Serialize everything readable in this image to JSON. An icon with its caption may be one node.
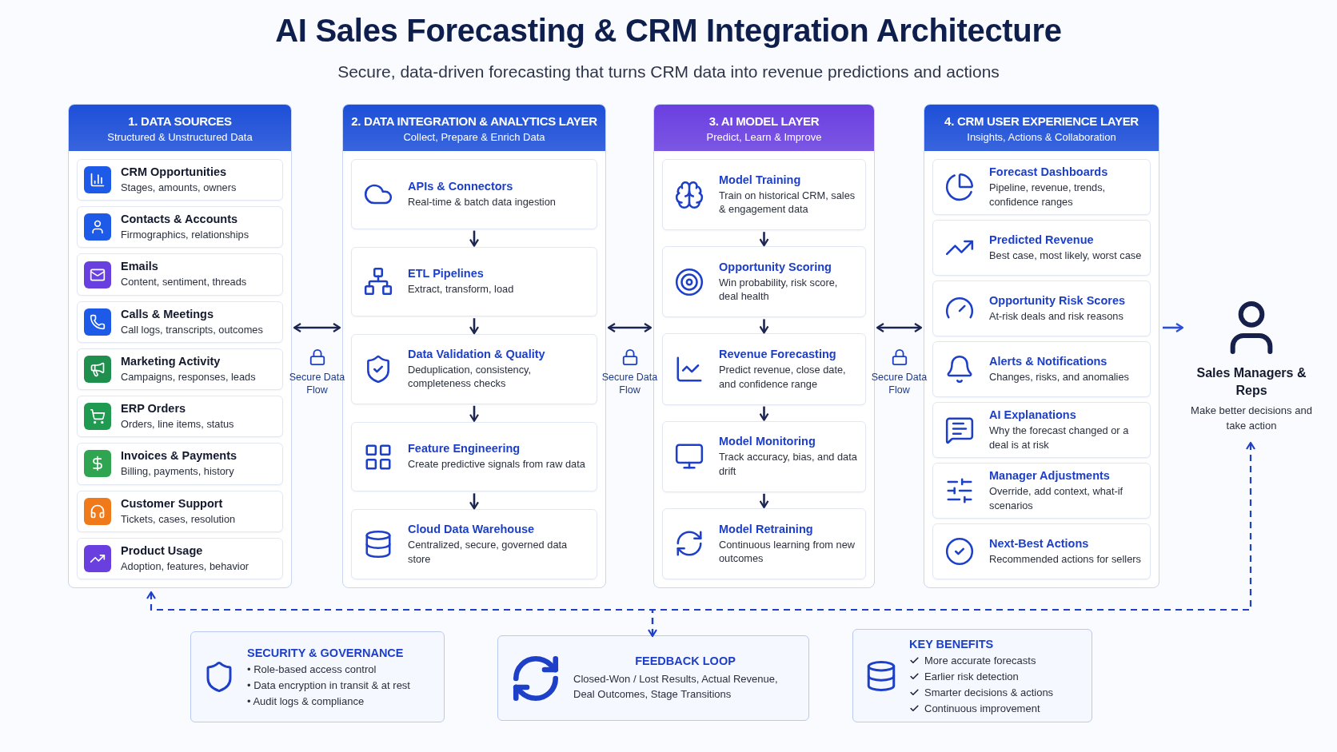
{
  "diagram": {
    "title": "AI Sales Forecasting & CRM Integration Architecture",
    "caption": "Secure, data-driven forecasting that turns CRM data into revenue predictions and actions",
    "nodes": [
      {
        "text": [
          "1. DATA SOURCES",
          "Structured & Unstructured Data"
        ]
      },
      {
        "text": [
          "CRM Opportunities",
          "Stages, amounts, owners"
        ],
        "in": 0
      },
      {
        "text": [
          "Contacts & Accounts",
          "Firmographics, relationships"
        ],
        "in": 0
      },
      {
        "text": [
          "Emails",
          "Content, sentiment, threads"
        ],
        "in": 0
      },
      {
        "text": [
          "Calls & Meetings",
          "Call logs, transcripts, outcomes"
        ],
        "in": 0
      },
      {
        "text": [
          "Marketing Activity",
          "Campaigns, responses, leads"
        ],
        "in": 0
      },
      {
        "text": [
          "ERP Orders",
          "Orders, line items, status"
        ],
        "in": 0
      },
      {
        "text": [
          "Invoices & Payments",
          "Billing, payments, history"
        ],
        "in": 0
      },
      {
        "text": [
          "Customer Support",
          "Tickets, cases, resolution"
        ],
        "in": 0
      },
      {
        "text": [
          "Product Usage",
          "Adoption, features, behavior"
        ],
        "in": 0
      },
      {
        "text": [
          "2. DATA INTEGRATION & ANALYTICS LAYER",
          "Collect, Prepare & Enrich Data"
        ]
      },
      {
        "text": [
          "APIs & Connectors",
          "Real-time & batch data ingestion"
        ],
        "in": 10
      },
      {
        "text": [
          "ETL Pipelines",
          "Extract, transform, load"
        ],
        "in": 10
      },
      {
        "text": [
          "Data Validation & Quality",
          "Deduplication, consistency, completeness checks"
        ],
        "in": 10
      },
      {
        "text": [
          "Feature Engineering",
          "Create predictive signals from raw data"
        ],
        "in": 10
      },
      {
        "text": [
          "Cloud Data Warehouse",
          "Centralized, secure, governed data store"
        ],
        "in": 10
      },
      {
        "text": [
          "3. AI MODEL LAYER",
          "Predict, Learn & Improve"
        ]
      },
      {
        "text": [
          "Model Training",
          "Train on historical CRM, sales & engagement data"
        ],
        "in": 16
      },
      {
        "text": [
          "Opportunity Scoring",
          "Win probability, risk score, deal health"
        ],
        "in": 16
      },
      {
        "text": [
          "Revenue Forecasting",
          "Predict revenue, close date, and confidence range"
        ],
        "in": 16
      },
      {
        "text": [
          "Model Monitoring",
          "Track accuracy, bias, and data drift"
        ],
        "in": 16
      },
      {
        "text": [
          "Model Retraining",
          "Continuous learning from new outcomes"
        ],
        "in": 16
      },
      {
        "text": [
          "4. CRM USER EXPERIENCE LAYER",
          "Insights, Actions & Collaboration"
        ]
      },
      {
        "text": [
          "Forecast Dashboards",
          "Pipeline, revenue, trends, confidence ranges"
        ],
        "in": 22
      },
      {
        "text": [
          "Predicted Revenue",
          "Best case, most likely, worst case"
        ],
        "in": 22
      },
      {
        "text": [
          "Opportunity Risk Scores",
          "At-risk deals and risk reasons"
        ],
        "in": 22
      },
      {
        "text": [
          "Alerts & Notifications",
          "Changes, risks, and anomalies"
        ],
        "in": 22
      },
      {
        "text": [
          "AI Explanations",
          "Why the forecast changed or a deal is at risk"
        ],
        "in": 22
      },
      {
        "text": [
          "Manager Adjustments",
          "Override, add context, what-if scenarios"
        ],
        "in": 22
      },
      {
        "text": [
          "Next-Best Actions",
          "Recommended actions for sellers"
        ],
        "in": 22
      },
      {
        "text": [
          "Sales Managers & Reps",
          "Make better decisions and take action"
        ]
      },
      {
        "text": [
          "SECURITY & GOVERNANCE",
          "• Role-based access control",
          "• Data encryption in transit & at rest",
          "• Audit logs & compliance"
        ]
      },
      {
        "text": [
          "FEEDBACK LOOP",
          "Closed-Won / Lost Results, Actual Revenue, Deal Outcomes, Stage Transitions"
        ]
      },
      {
        "text": [
          "KEY BENEFITS",
          "More accurate forecasts",
          "Earlier risk detection",
          "Smarter decisions & actions",
          "Continuous improvement"
        ]
      }
    ],
    "edges": [
      {
        "from": 0,
        "to": 10,
        "arrow": "both",
        "label": "Secure Data Flow"
      },
      {
        "from": 10,
        "to": 16,
        "arrow": "both",
        "label": "Secure Data Flow"
      },
      {
        "from": 16,
        "to": 22,
        "arrow": "both",
        "label": "Secure Data Flow"
      },
      {
        "from": 22,
        "to": 30,
        "arrow": "to",
        "color": "#2a4fe0"
      },
      {
        "from": 11,
        "to": 12,
        "arrow": "to"
      },
      {
        "from": 12,
        "to": 13,
        "arrow": "to"
      },
      {
        "from": 13,
        "to": 14,
        "arrow": "to"
      },
      {
        "from": 14,
        "to": 15,
        "arrow": "to"
      },
      {
        "from": 17,
        "to": 18,
        "arrow": "to"
      },
      {
        "from": 18,
        "to": 19,
        "arrow": "to"
      },
      {
        "from": 19,
        "to": 20,
        "arrow": "to"
      },
      {
        "from": 20,
        "to": 21,
        "arrow": "to"
      },
      {
        "from": 30,
        "to": 32,
        "arrow": "both",
        "style": "dashed",
        "color": "#1e40c8"
      },
      {
        "from": 32,
        "to": 0,
        "arrow": "to",
        "style": "dashed",
        "color": "#1e40c8"
      }
    ]
  }
}
